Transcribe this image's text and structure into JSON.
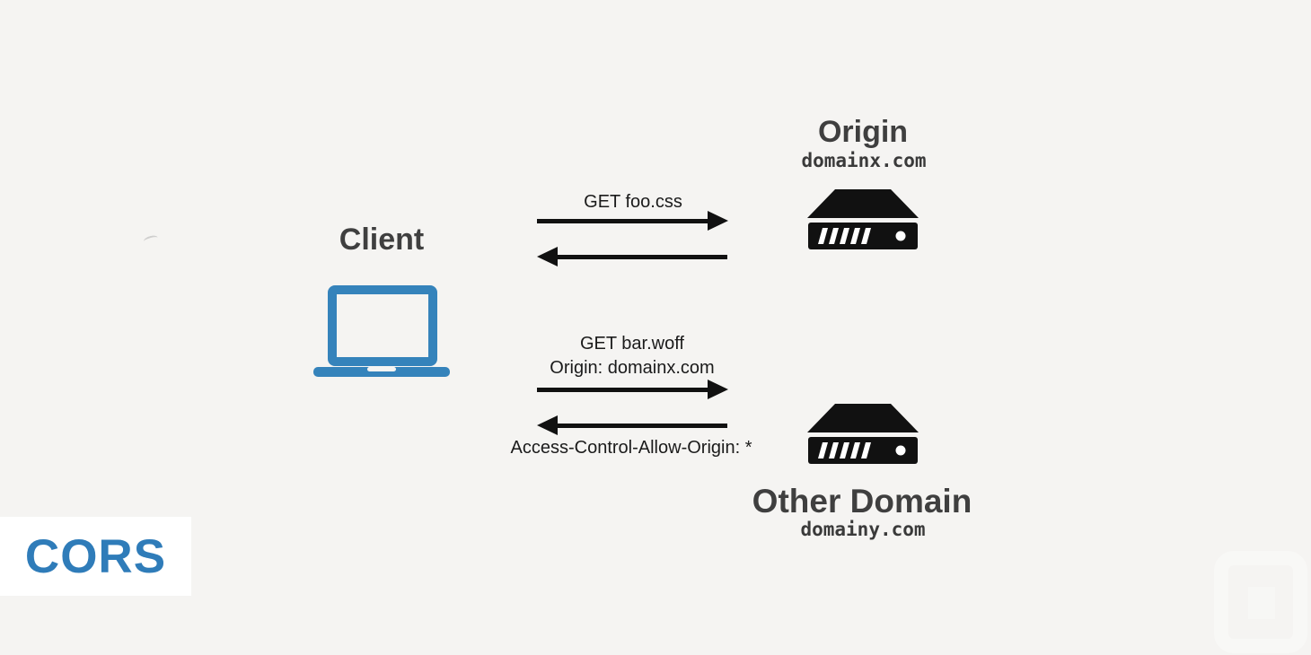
{
  "colors": {
    "background": "#f5f4f2",
    "accent_blue": "#3583bb",
    "badge_text_blue": "#2f7cb9",
    "icon_black": "#111111",
    "heading_gray": "#3f3f3f",
    "badge_bg": "#ffffff"
  },
  "badge": {
    "label": "CORS"
  },
  "client": {
    "label": "Client",
    "icon": "laptop-icon"
  },
  "origin_server": {
    "title": "Origin",
    "domain": "domainx.com",
    "icon": "server-icon"
  },
  "other_server": {
    "title": "Other Domain",
    "domain": "domainy.com",
    "icon": "server-icon"
  },
  "exchanges": {
    "first": {
      "request_label": "GET foo.css"
    },
    "second": {
      "request_label_line1": "GET bar.woff",
      "request_label_line2": "Origin: domainx.com",
      "response_label": "Access-Control-Allow-Origin: *"
    }
  }
}
